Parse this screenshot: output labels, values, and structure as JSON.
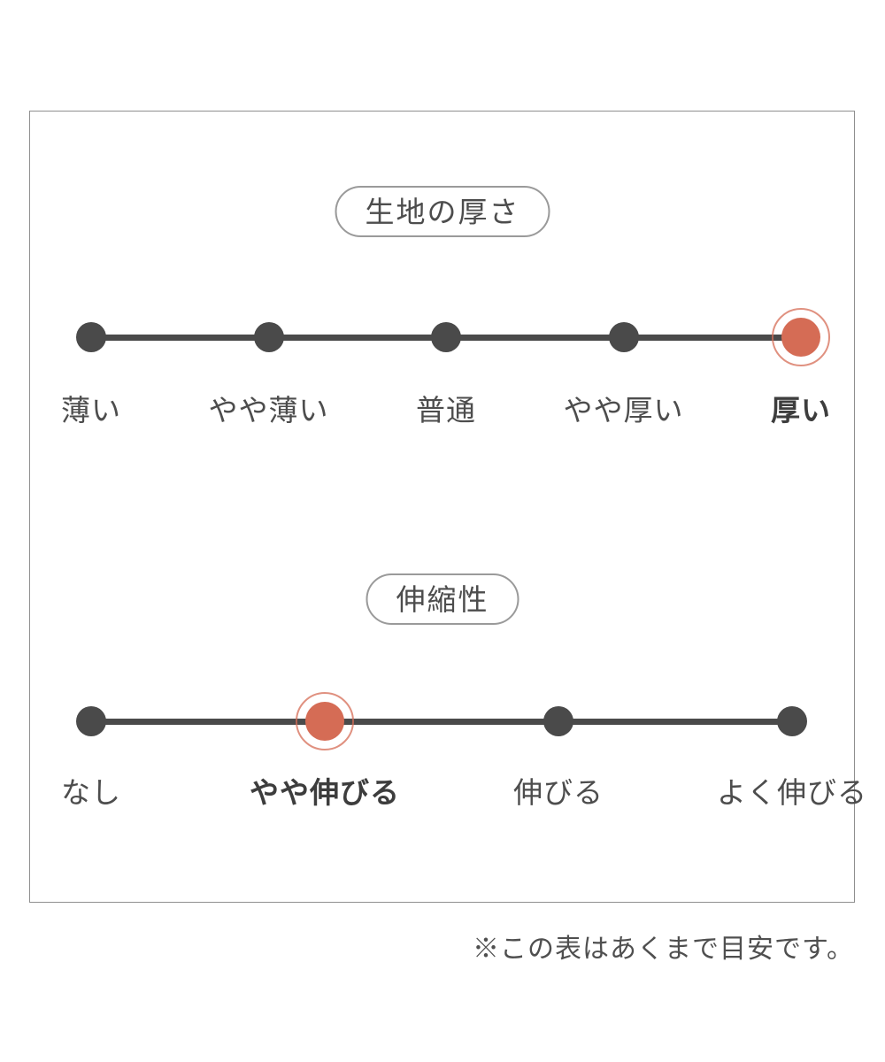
{
  "colors": {
    "accent": "#d56c55",
    "dot": "#4a4a4a",
    "line": "#4a4a4a",
    "text": "#4d4d4d",
    "pill_border": "#9a9a9a",
    "frame_border": "#8f8f8f"
  },
  "chart_data": [
    {
      "type": "rating-scale",
      "title": "生地の厚さ",
      "categories": [
        "薄い",
        "やや薄い",
        "普通",
        "やや厚い",
        "厚い"
      ],
      "selected": "厚い",
      "selected_index": 4,
      "num_levels": 5
    },
    {
      "type": "rating-scale",
      "title": "伸縮性",
      "categories": [
        "なし",
        "やや伸びる",
        "伸びる",
        "よく伸びる"
      ],
      "selected": "やや伸びる",
      "selected_index": 1,
      "num_levels": 4
    }
  ],
  "footnote": "※この表はあくまで目安です。"
}
